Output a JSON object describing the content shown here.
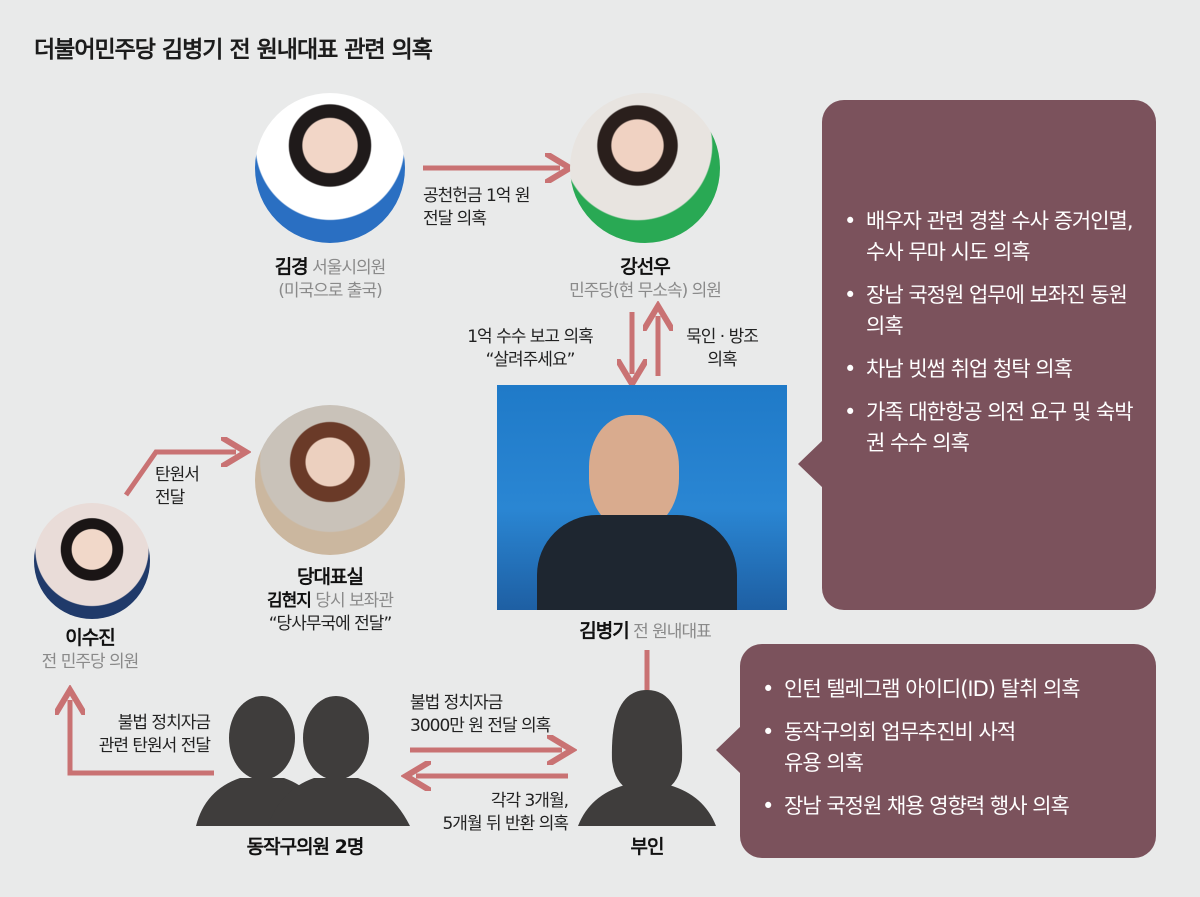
{
  "title": "더불어민주당 김병기 전 원내대표 관련 의혹",
  "people": {
    "kimkyung": {
      "name": "김경",
      "role": "서울시의원",
      "note": "(미국으로 출국)"
    },
    "kangsunwoo": {
      "name": "강선우",
      "role": "민주당(현 무소속) 의원"
    },
    "party_office": {
      "name": "당대표실",
      "person": "김현지",
      "role": "당시 보좌관",
      "quote": "“당사무국에 전달”"
    },
    "leesujin": {
      "name": "이수진",
      "role": "전 민주당 의원"
    },
    "kimbyunggi": {
      "name": "김병기",
      "role": "전 원내대표"
    },
    "councilors": {
      "name": "동작구의원 2명"
    },
    "wife": {
      "name": "부인"
    }
  },
  "arrows": {
    "kim_to_kang": [
      "공천헌금 1억 원",
      "전달 의혹"
    ],
    "kang_to_kim": [
      "1억 수수 보고 의혹",
      "“살려주세요”"
    ],
    "kim_to_kang_up": [
      "묵인 · 방조",
      "의혹"
    ],
    "lee_to_office": [
      "탄원서",
      "전달"
    ],
    "councilors_to_lee": [
      "불법 정치자금",
      "관련 탄원서 전달"
    ],
    "councilors_to_wife": [
      "불법 정치자금",
      "3000만 원 전달 의혹"
    ],
    "wife_to_councilors": [
      "각각 3개월,",
      "5개월 뒤 반환 의혹"
    ]
  },
  "kim_allegations": [
    "배우자 관련 경찰 수사 증거인멸, 수사 무마 시도 의혹",
    "장남 국정원 업무에 보좌진 동원 의혹",
    "차남 빗썸 취업 청탁 의혹",
    "가족 대한항공 의전 요구 및 숙박권 수수 의혹"
  ],
  "wife_allegations": [
    "인턴 텔레그램 아이디(ID) 탈취 의혹",
    "동작구의회 업무추진비 사적 유용 의혹",
    "장남 국정원 채용 영향력 행사 의혹"
  ],
  "colors": {
    "background": "#e9eaea",
    "arrow": "#c97273",
    "box": "#7b525c",
    "silhouette": "#3f3d3c"
  }
}
